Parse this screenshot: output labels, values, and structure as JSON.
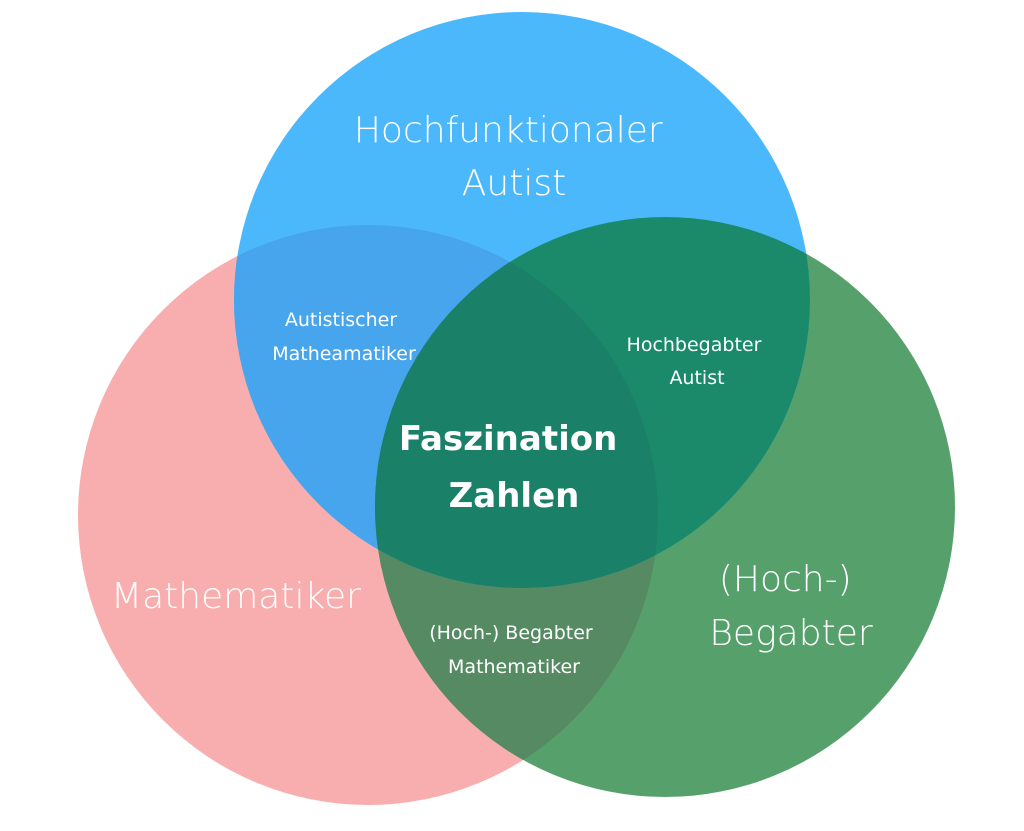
{
  "colors": {
    "background": "#ffffff",
    "circle_mathematiker": "#f8aeae",
    "circle_autist": "#40b0fb",
    "circle_begabter": "#2e8b57",
    "text": "#ffffff"
  },
  "circles": {
    "mathematiker": {
      "line1": "Mathematiker"
    },
    "autist": {
      "line1": "Hochfunktionaler",
      "line2": "Autist"
    },
    "begabter": {
      "line1": "(Hoch-)",
      "line2": "Begabter"
    }
  },
  "overlaps": {
    "autist_mathematiker": {
      "line1": "Autistischer",
      "line2": "Matheamatiker"
    },
    "autist_begabter": {
      "line1": "Hochbegabter",
      "line2": "Autist"
    },
    "begabter_mathematiker": {
      "line1": "(Hoch-) Begabter",
      "line2": "Mathematiker"
    }
  },
  "center": {
    "line1": "Faszination",
    "line2": "Zahlen"
  }
}
